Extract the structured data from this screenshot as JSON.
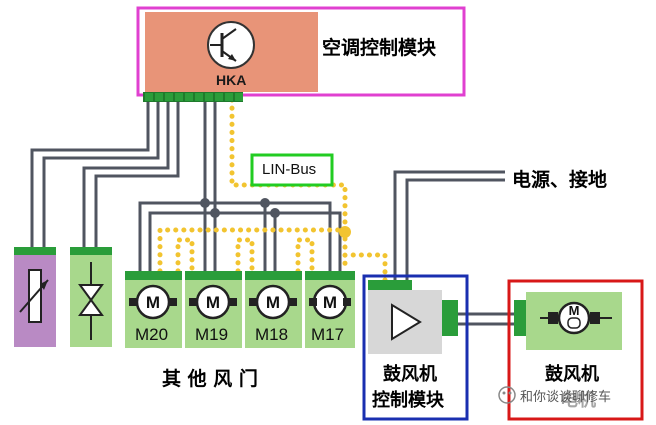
{
  "hka": {
    "label": "HKA",
    "title": "空调控制模块",
    "fill": "#e89478",
    "frame_color": "#e040d0"
  },
  "lin_bus": {
    "label": "LIN-Bus",
    "frame_color": "#22cc22",
    "wire_color": "#f2c430"
  },
  "power_ground": {
    "label": "电源、接地"
  },
  "motors": [
    {
      "label": "M20"
    },
    {
      "label": "M19"
    },
    {
      "label": "M18"
    },
    {
      "label": "M17"
    }
  ],
  "other_flaps": {
    "label": "其 他 风 门"
  },
  "blower_module": {
    "line1": "鼓风机",
    "line2": "控制模块",
    "frame_color": "#1a2fb0"
  },
  "blower": {
    "line1": "鼓风机",
    "line2": "电机",
    "frame_color": "#d81818"
  },
  "watermark": {
    "text": "和你谈谈聊修车"
  },
  "colors": {
    "module_green": "#a8d88c",
    "connector_green": "#2a9d3a",
    "sensor_purple": "#b98ac4",
    "wire_gray": "#505560"
  }
}
